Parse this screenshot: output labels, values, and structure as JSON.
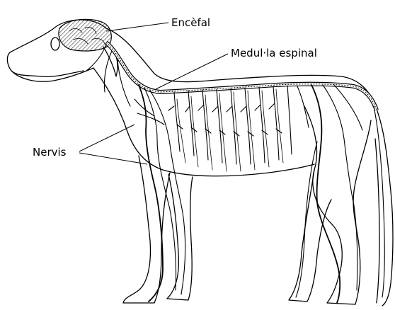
{
  "labels": {
    "brain": "Encèfal",
    "spinal_cord": "Medul·la espinal",
    "nerves": "Nervis"
  }
}
